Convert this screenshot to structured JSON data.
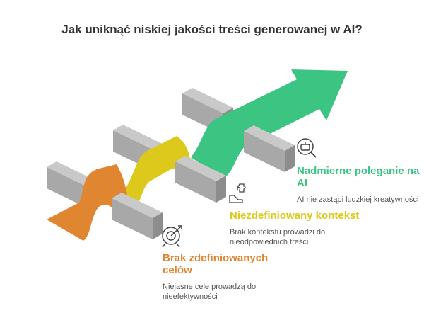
{
  "title": "Jak uniknąć niskiej jakości treści generowanej w AI?",
  "colors": {
    "orange": "#E08530",
    "yellow": "#DDC91C",
    "green": "#3CC483",
    "block": "#A8A8A8"
  },
  "steps": [
    {
      "heading": "Brak zdefiniowanych celów",
      "description": "Niejasne cele prowadzą do nieefektywności",
      "icon": "target-icon"
    },
    {
      "heading": "Niezdefiniowany kontekst",
      "description": "Brak kontekstu prowadzi do nieodpowiednich treści",
      "icon": "puzzle-hand-icon"
    },
    {
      "heading": "Nadmierne poleganie na AI",
      "description": "AI nie zastąpi ludzkiej kreatywności",
      "icon": "robot-search-icon"
    }
  ]
}
